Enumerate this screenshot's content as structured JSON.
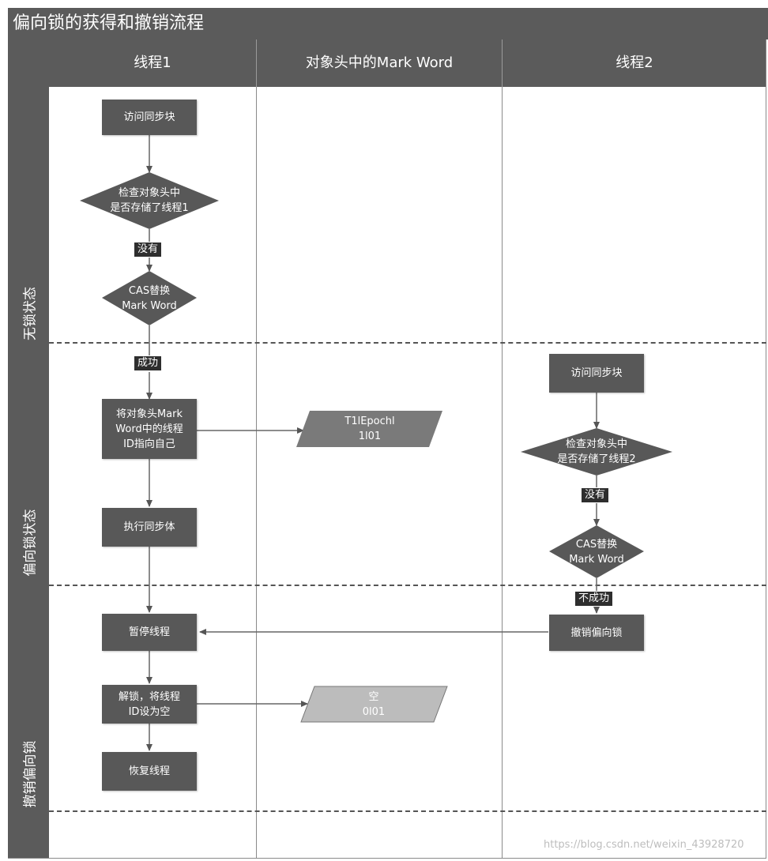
{
  "title": "偏向锁的获得和撤销流程",
  "columns": [
    "线程1",
    "对象头中的Mark Word",
    "线程2"
  ],
  "lanes": [
    "无锁状态",
    "偏向锁状态",
    "撤销偏向锁"
  ],
  "thread1": {
    "access_sync_block": "访问同步块",
    "check_header": "检查对象头中\n是否存储了线程1",
    "cas_replace": "CAS替换\nMark Word",
    "point_thread_id": "将对象头Mark\nWord中的线程\nID指向自己",
    "execute_sync_body": "执行同步体",
    "pause_thread": "暂停线程",
    "unlock_clear_id": "解锁，将线程\nID设为空",
    "resume_thread": "恢复线程"
  },
  "mark_word": {
    "biased": "T1lEpochl\n1l01",
    "empty": "空\n0l01"
  },
  "thread2": {
    "access_sync_block": "访问同步块",
    "check_header": "检查对象头中\n是否存储了线程2",
    "cas_replace": "CAS替换\nMark Word",
    "revoke_bias": "撤销偏向锁"
  },
  "edge_labels": {
    "t1_no": "没有",
    "t1_success": "成功",
    "t2_no": "没有",
    "t2_fail": "不成功"
  },
  "watermark": "https://blog.csdn.net/weixin_43928720"
}
